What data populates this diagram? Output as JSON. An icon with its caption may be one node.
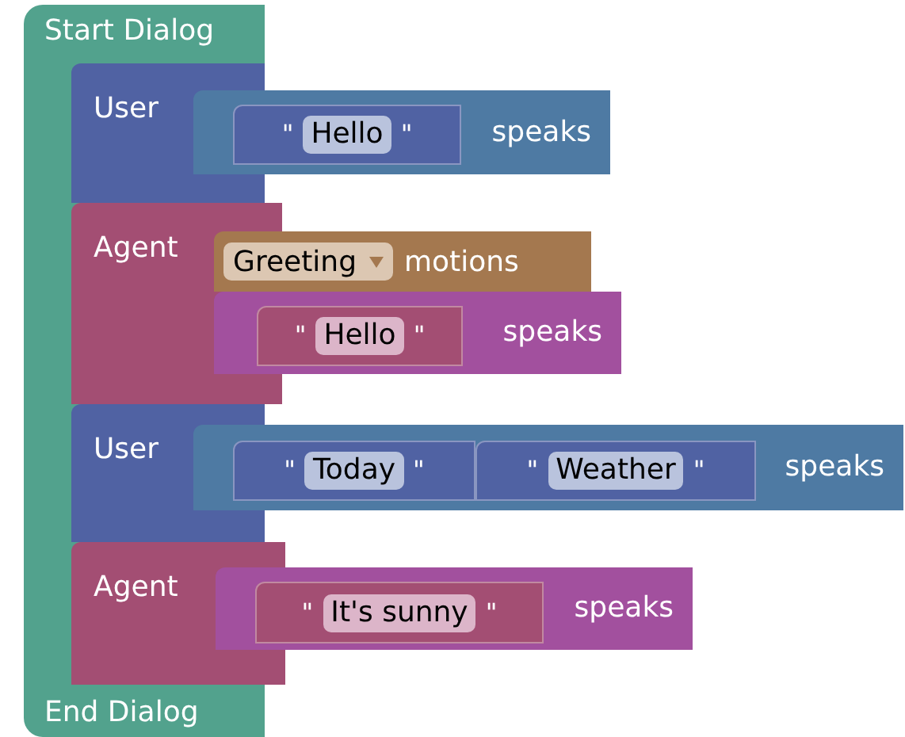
{
  "diagram": {
    "nodes": [
      {
        "text": [
          "Start Dialog",
          "End Dialog"
        ]
      },
      {
        "text": [
          "User"
        ],
        "in": 0
      },
      {
        "text": [
          "speaks"
        ],
        "in": 1
      },
      {
        "text": [
          "\"",
          "Hello",
          "\""
        ],
        "in": 2
      },
      {
        "text": [
          "Agent"
        ],
        "in": 0
      },
      {
        "text": [
          "Greeting",
          "motions"
        ],
        "in": 4
      },
      {
        "text": [
          "speaks"
        ],
        "in": 4
      },
      {
        "text": [
          "\"",
          "Hello",
          "\""
        ],
        "in": 6
      },
      {
        "text": [
          "User"
        ],
        "in": 0
      },
      {
        "text": [
          "speaks"
        ],
        "in": 8
      },
      {
        "text": [
          "\"",
          "Today",
          "\""
        ],
        "in": 9
      },
      {
        "text": [
          "\"",
          "Weather",
          "\""
        ],
        "in": 9
      },
      {
        "text": [
          "Agent"
        ],
        "in": 0
      },
      {
        "text": [
          "speaks"
        ],
        "in": 12
      },
      {
        "text": [
          "\"",
          "It's sunny",
          "\""
        ],
        "in": 13
      }
    ]
  }
}
